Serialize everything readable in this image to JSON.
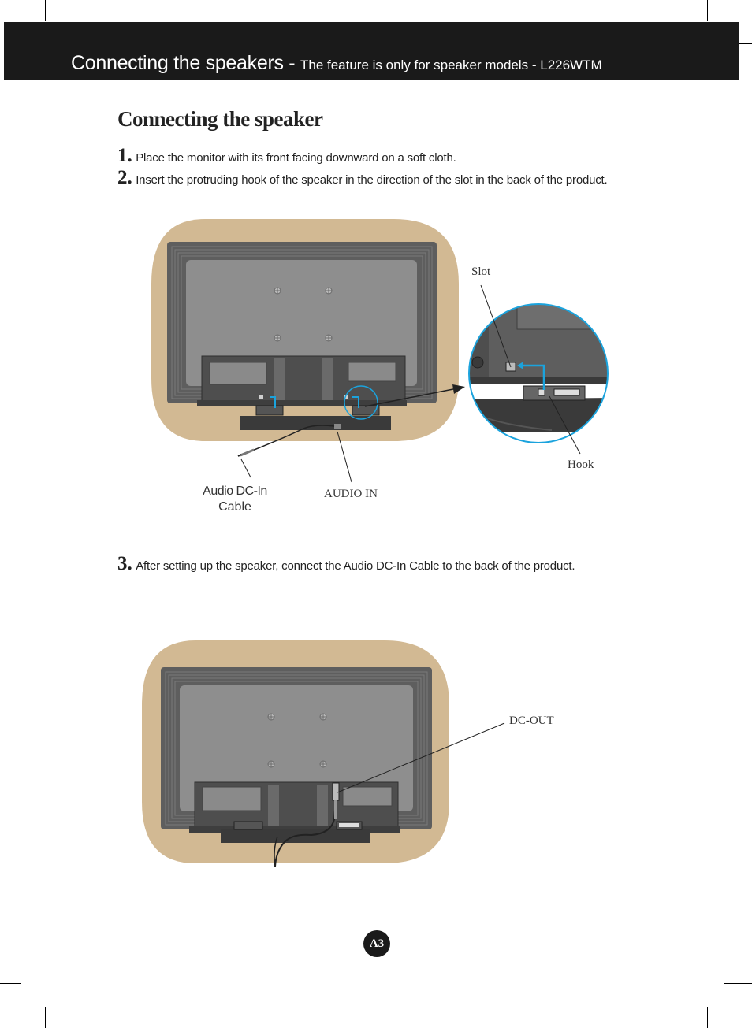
{
  "header": {
    "title": "Connecting  the speakers - ",
    "subtitle": "The feature is only for speaker models - L226WTM"
  },
  "section_title": "Connecting the speaker",
  "steps": [
    {
      "number": "1.",
      "text": "Place the monitor with its front facing downward on a soft cloth."
    },
    {
      "number": "2.",
      "text": "Insert the protruding hook of the speaker in the direction of the slot in the back of the product."
    },
    {
      "number": "3.",
      "text": "After setting up the speaker, connect the Audio DC-In Cable to the back of the product."
    }
  ],
  "figure1": {
    "labels": {
      "slot": "Slot",
      "hook": "Hook",
      "audio_dc_in_line1": "Audio DC-In",
      "audio_dc_in_line2": "Cable",
      "audio_in": "AUDIO IN"
    }
  },
  "figure2": {
    "labels": {
      "dc_out": "DC-OUT"
    }
  },
  "page_number": "A3",
  "colors": {
    "header_bg": "#1a1a1a",
    "backdrop": "#d2b993",
    "monitor": "#6b6b6b",
    "accent_arrow": "#1ba3dd"
  }
}
